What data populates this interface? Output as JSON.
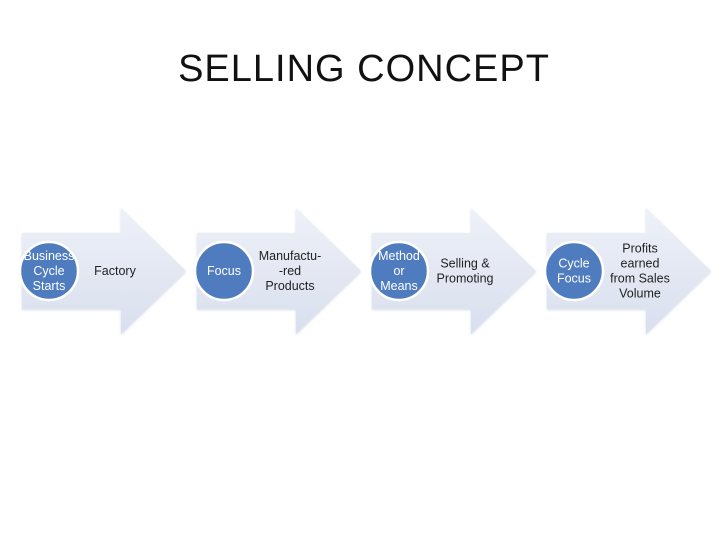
{
  "title": "SELLING CONCEPT",
  "colors": {
    "arrow_fill_top": "#eef1f8",
    "arrow_fill_bottom": "#d9dfee",
    "circle_fill": "#4f7bbf",
    "circle_stroke": "#ffffff"
  },
  "steps": [
    {
      "circle_lines": [
        "Business",
        "Cycle",
        "Starts"
      ],
      "arrow_lines": [
        "Factory"
      ]
    },
    {
      "circle_lines": [
        "Focus"
      ],
      "arrow_lines": [
        "Manufactu-",
        "-red",
        "Products"
      ]
    },
    {
      "circle_lines": [
        "Method",
        "or",
        "Means"
      ],
      "arrow_lines": [
        "Selling &",
        "Promoting"
      ]
    },
    {
      "circle_lines": [
        "Cycle",
        "Focus"
      ],
      "arrow_lines": [
        "Profits",
        "earned",
        "from Sales",
        "Volume"
      ]
    }
  ]
}
